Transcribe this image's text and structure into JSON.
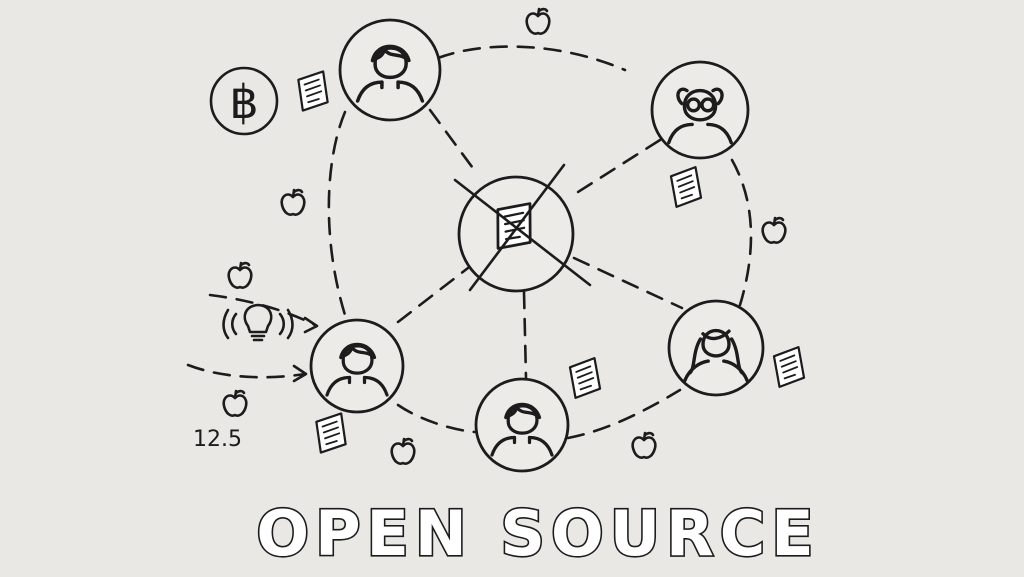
{
  "title": "OPEN SOURCE",
  "number_label": "12.5",
  "bitcoin_symbol": "฿",
  "colors": {
    "paper": "#e9e8e4",
    "ink": "#1c1c1c",
    "sheet": "#ffffff"
  },
  "nodes": [
    {
      "id": "person-top",
      "icon": "person-short-hair-icon"
    },
    {
      "id": "person-glasses",
      "icon": "person-glasses-icon"
    },
    {
      "id": "person-long-hair",
      "icon": "person-long-hair-icon"
    },
    {
      "id": "person-bottom",
      "icon": "person-short-hair-icon"
    },
    {
      "id": "person-left",
      "icon": "person-short-hair-icon"
    },
    {
      "id": "center-document",
      "icon": "crossed-out-document-icon"
    }
  ],
  "decorations": [
    "bitcoin-coin-icon",
    "lightbulb-idea-icon",
    "apple-icon",
    "document-sheet-icon"
  ]
}
